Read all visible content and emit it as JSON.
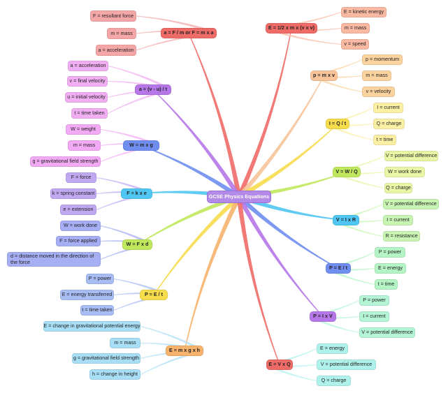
{
  "center": "GCSE Physics Equations",
  "branches": [
    {
      "id": "b1",
      "label": "a = F / m or F = m x a",
      "color": "#ef6b67",
      "fill": "#f5a7a8",
      "children": [
        "F = resultant force",
        "m = mass",
        "a = acceleration"
      ]
    },
    {
      "id": "b2",
      "label": "a = (v - u) / t",
      "color": "#b678e8",
      "fill": "#f1aef2",
      "children": [
        "a = acceleration",
        "v = final velocity",
        "u = initial velocity",
        "t = time taken"
      ]
    },
    {
      "id": "b3",
      "label": "W = m x g",
      "color": "#6f8ef0",
      "fill": "#f2aaf5",
      "children": [
        "W = weight",
        "m = mass",
        "g = gravitational field strength"
      ]
    },
    {
      "id": "b4",
      "label": "F = k x e",
      "color": "#4fc7f2",
      "fill": "#c1a9f2",
      "children": [
        "F = force",
        "k = spring constant",
        "e = extension"
      ]
    },
    {
      "id": "b5",
      "label": "W = F x d",
      "color": "#bfe85c",
      "fill": "#a6aef4",
      "children": [
        "W = work done",
        "F = force applied",
        "d = distance moved in the direction of the force"
      ]
    },
    {
      "id": "b6",
      "label": "P = E / t",
      "color": "#f7dc4c",
      "fill": "#a8bdf4",
      "children": [
        "P = power",
        "E = energy transferred",
        "t = time taken"
      ]
    },
    {
      "id": "b7",
      "label": "E = m x g x h",
      "color": "#f7b36b",
      "fill": "#a9def7",
      "children": [
        "E = change in gravitational potential energy",
        "m = mass",
        "g = gravitational field strength",
        "h = change in height"
      ]
    },
    {
      "id": "b8",
      "label": "E = 1/2 x m x (v x v)",
      "color": "#ef6b67",
      "fill": "#f9b9a3",
      "children": [
        "E = kinetic energy",
        "m = mass",
        "v = speed"
      ]
    },
    {
      "id": "b9",
      "label": "p = m x v",
      "color": "#f7c49a",
      "fill": "#fbd39f",
      "children": [
        "p = momentum",
        "m = mass",
        "v = velocity"
      ]
    },
    {
      "id": "b10",
      "label": "I = Q / t",
      "color": "#f7dc4c",
      "fill": "#fbf0a3",
      "children": [
        "I = current",
        "Q = charge",
        "t = time"
      ]
    },
    {
      "id": "b11",
      "label": "V = W / Q",
      "color": "#bfe85c",
      "fill": "#e8f7a6",
      "children": [
        "V = potential difference",
        "W = work done",
        "Q = charge"
      ]
    },
    {
      "id": "b12",
      "label": "V = I x R",
      "color": "#4fc7f2",
      "fill": "#c8f5b3",
      "children": [
        "V = potential difference",
        "I = current",
        "R = resistance"
      ]
    },
    {
      "id": "b13",
      "label": "P = E / t",
      "color": "#6f8ef0",
      "fill": "#b5f5c5",
      "children": [
        "P = power",
        "E = energy",
        "t = time"
      ]
    },
    {
      "id": "b14",
      "label": "P = I x V",
      "color": "#b678e8",
      "fill": "#b3f5d6",
      "children": [
        "P = power",
        "I = current",
        "V = potential difference"
      ]
    },
    {
      "id": "b15",
      "label": "E = V x Q",
      "color": "#ef6b67",
      "fill": "#aff2ec",
      "children": [
        "E = energy",
        "V = potential difference",
        "Q = charge"
      ]
    }
  ]
}
